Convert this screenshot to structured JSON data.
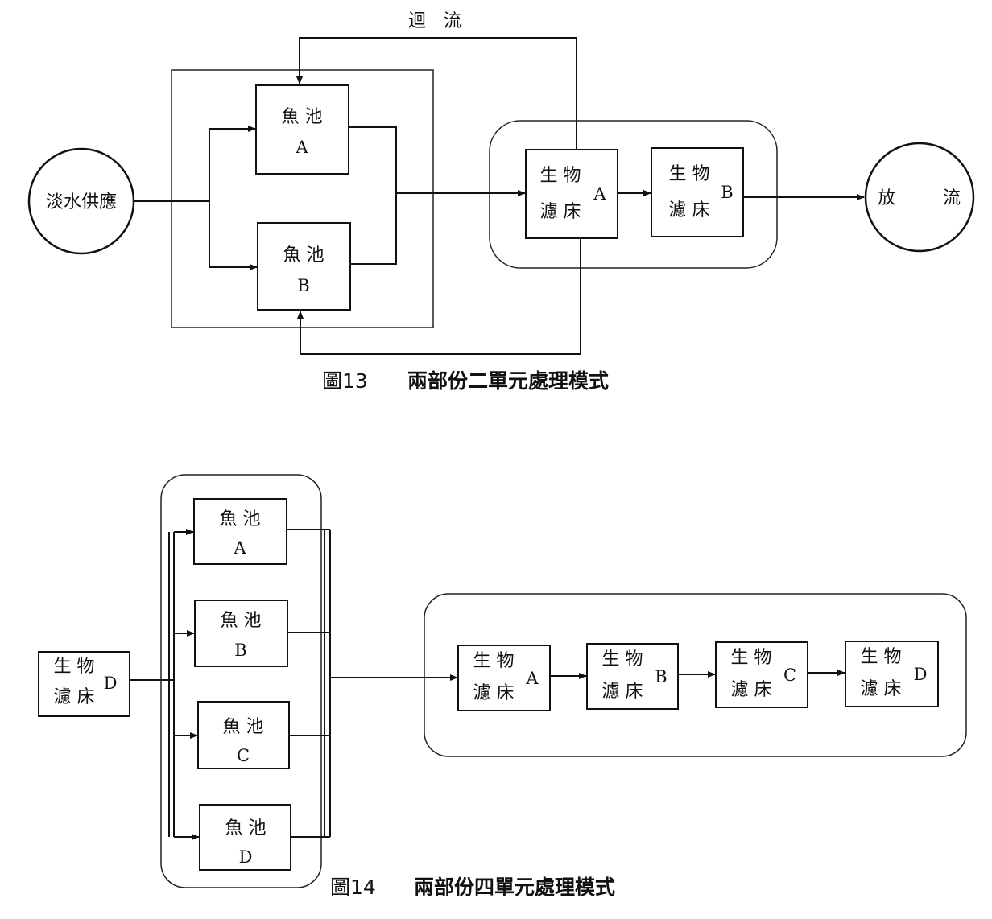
{
  "figure13": {
    "recirculation_label": "迴　流",
    "supply": "淡水供應",
    "discharge_left": "放",
    "discharge_right": "流",
    "pond_a": {
      "name": "魚 池",
      "id": "A"
    },
    "pond_b": {
      "name": "魚 池",
      "id": "B"
    },
    "filter_a": {
      "line1": "生 物",
      "line2": "濾 床",
      "id": "A"
    },
    "filter_b": {
      "line1": "生 物",
      "line2": "濾 床",
      "id": "B"
    },
    "caption_num": "圖13",
    "caption_text": "兩部份二單元處理模式"
  },
  "figure14": {
    "filter_d_source": {
      "line1": "生 物",
      "line2": "濾 床",
      "id": "D"
    },
    "ponds": [
      {
        "name": "魚 池",
        "id": "A"
      },
      {
        "name": "魚 池",
        "id": "B"
      },
      {
        "name": "魚 池",
        "id": "C"
      },
      {
        "name": "魚 池",
        "id": "D"
      }
    ],
    "filters": [
      {
        "line1": "生 物",
        "line2": "濾 床",
        "id": "A"
      },
      {
        "line1": "生 物",
        "line2": "濾 床",
        "id": "B"
      },
      {
        "line1": "生 物",
        "line2": "濾 床",
        "id": "C"
      },
      {
        "line1": "生 物",
        "line2": "濾 床",
        "id": "D"
      }
    ],
    "caption_num": "圖14",
    "caption_text": "兩部份四單元處理模式"
  }
}
